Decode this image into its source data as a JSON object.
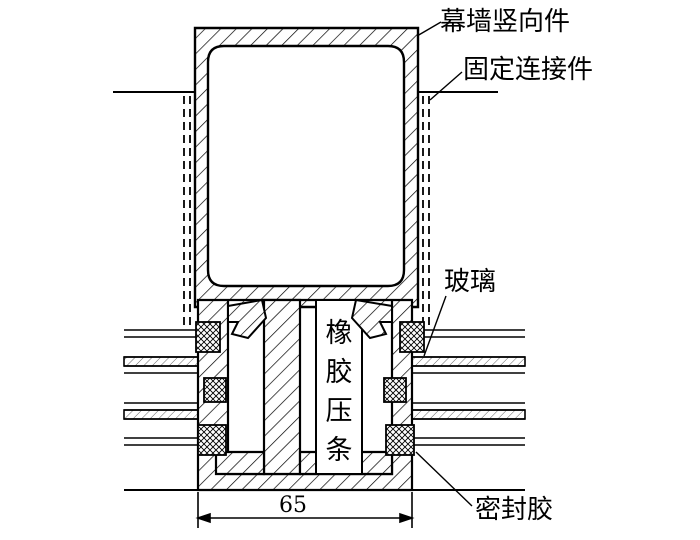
{
  "labels": {
    "mullion": "幕墙竖向件",
    "connector": "固定连接件",
    "glass": "玻璃",
    "sealant": "密封胶",
    "gasket": [
      "橡",
      "胶",
      "压",
      "条"
    ]
  },
  "dimension": {
    "width": "65"
  },
  "colors": {
    "line": "#000000",
    "background": "#ffffff"
  }
}
